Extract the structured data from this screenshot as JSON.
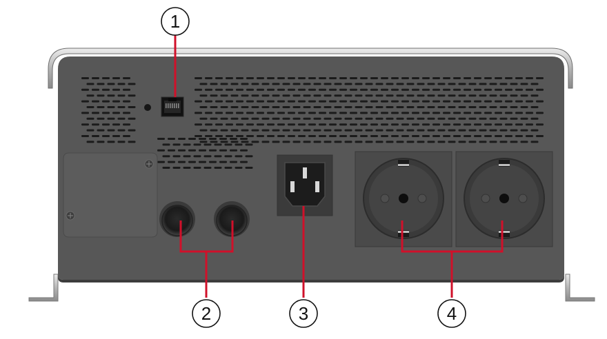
{
  "callouts": [
    {
      "label": "1",
      "target": "rj45-port"
    },
    {
      "label": "2",
      "target": "battery-terminals"
    },
    {
      "label": "3",
      "target": "ac-input-socket"
    },
    {
      "label": "4",
      "target": "ac-output-sockets"
    }
  ],
  "colors": {
    "housing": "#575757",
    "housing_dark": "#3c3c3c",
    "vent_slot": "#1b1b1b",
    "frame": "#c9c9c9",
    "leader": "#d0102a",
    "socket": "#3a3a3a",
    "socket_plate": "#4a4a4a"
  },
  "icons": [
    "rj45-port-icon",
    "battery-terminal-icon",
    "iec-c14-socket-icon",
    "schuko-socket-icon",
    "screw-icon"
  ]
}
